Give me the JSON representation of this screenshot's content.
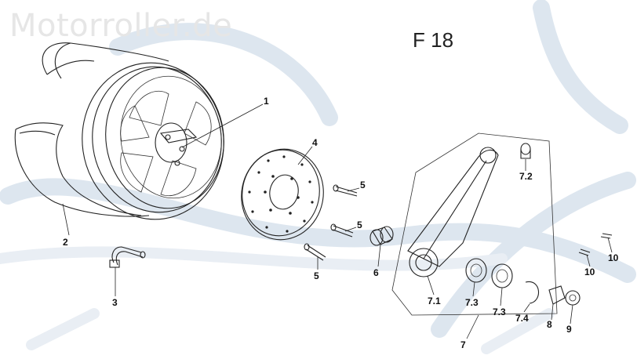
{
  "watermark": {
    "text": "Motorroller.de"
  },
  "figure": {
    "title": "F 18"
  },
  "callouts": [
    {
      "id": "c1",
      "label": "1"
    },
    {
      "id": "c2",
      "label": "2"
    },
    {
      "id": "c3",
      "label": "3"
    },
    {
      "id": "c4",
      "label": "4"
    },
    {
      "id": "c5a",
      "label": "5"
    },
    {
      "id": "c5b",
      "label": "5"
    },
    {
      "id": "c5c",
      "label": "5"
    },
    {
      "id": "c6",
      "label": "6"
    },
    {
      "id": "c7",
      "label": "7"
    },
    {
      "id": "c71",
      "label": "7.1"
    },
    {
      "id": "c72",
      "label": "7.2"
    },
    {
      "id": "c73a",
      "label": "7.3"
    },
    {
      "id": "c73b",
      "label": "7.3"
    },
    {
      "id": "c74",
      "label": "7.4"
    },
    {
      "id": "c8",
      "label": "8"
    },
    {
      "id": "c9",
      "label": "9"
    },
    {
      "id": "c10a",
      "label": "10"
    },
    {
      "id": "c10b",
      "label": "10"
    }
  ],
  "colors": {
    "line": "#222222",
    "watermark": "#dbe5ee"
  }
}
